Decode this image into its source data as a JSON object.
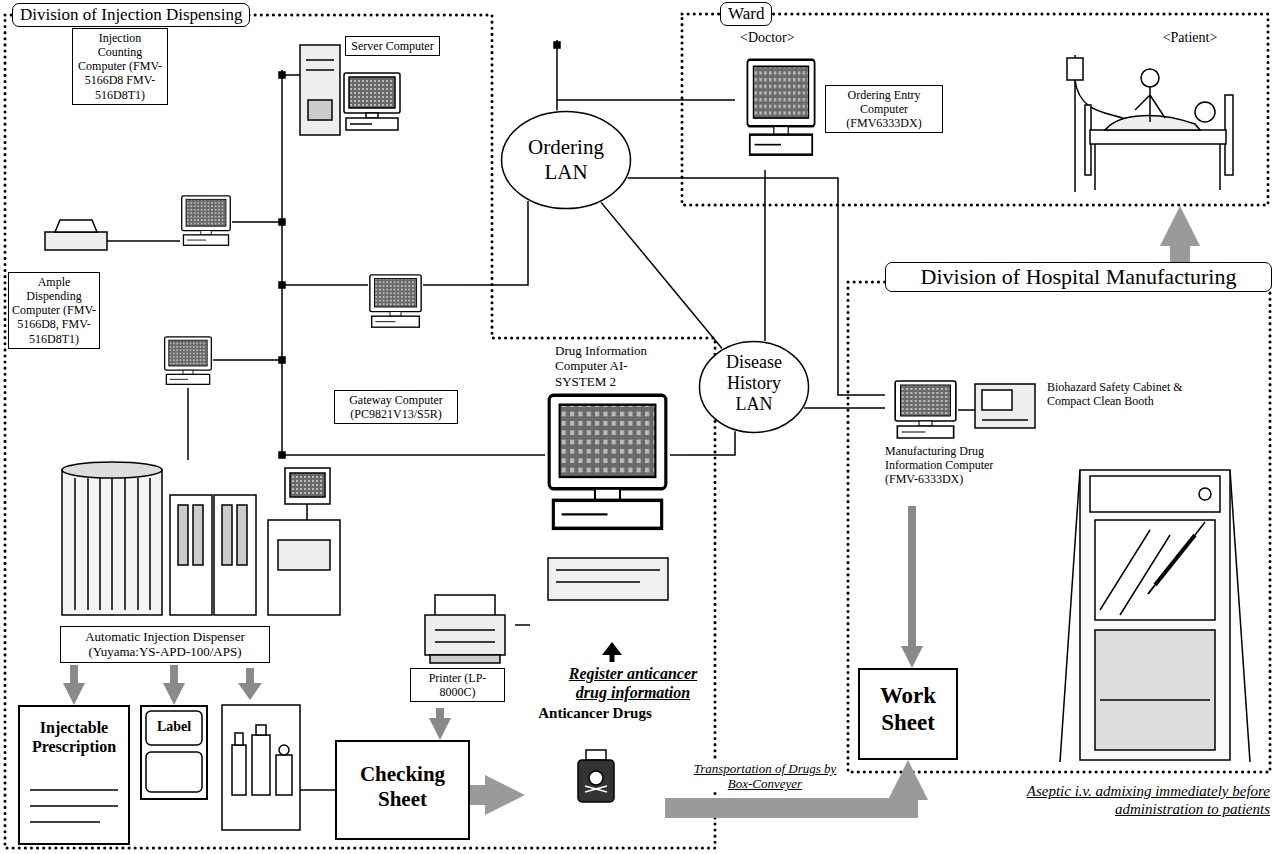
{
  "diagram": {
    "nodes": [
      {
        "text": [
          "Division of Injection Dispensing"
        ]
      },
      {
        "text": [
          "Injection Counting Computer (FMV-5166D8 FMV-516D8T1)"
        ],
        "in": 0
      },
      {
        "text": [
          "Server Computer"
        ],
        "in": 0
      },
      {
        "text": [
          "Gateway Computer (PC9821V13/S5R)"
        ],
        "in": 0
      },
      {
        "text": [
          "Ample Dispending Computer (FMV-5166D8, FMV-516D8T1)"
        ],
        "in": 0
      },
      {
        "text": [
          "Automatic Injection Dispenser (Yuyama:YS-APD-100/APS)"
        ],
        "in": 0
      },
      {
        "text": [
          "Drug Information Computer AI-SYSTEM 2"
        ],
        "in": 0
      },
      {
        "text": [
          "Printer (LP-8000C)"
        ],
        "in": 0
      },
      {
        "text": [
          "Injectable Prescription"
        ],
        "in": 0
      },
      {
        "text": [
          "Label"
        ],
        "in": 0
      },
      {
        "text": [
          "Checking Sheet"
        ],
        "in": 0
      },
      {
        "text": [
          "Anticancer Drugs"
        ],
        "in": 0
      },
      {
        "text": [
          "Ordering LAN"
        ]
      },
      {
        "text": [
          "Disease History LAN"
        ]
      },
      {
        "text": [
          "Ward"
        ]
      },
      {
        "text": [
          "<Doctor>",
          "Ordering Entry Computer (FMV6333DX)"
        ],
        "in": 14
      },
      {
        "text": [
          "<Patient>"
        ],
        "in": 14
      },
      {
        "text": [
          "Division of Hospital Manufacturing"
        ]
      },
      {
        "text": [
          "Manufacturing Drug Information Computer (FMV-6333DX)"
        ],
        "in": 17
      },
      {
        "text": [
          "Biohazard Safety Cabinet & Compact Clean Booth"
        ],
        "in": 17
      },
      {
        "text": [
          "Work Sheet"
        ],
        "in": 17
      }
    ],
    "edges": [
      {
        "from": 12,
        "to": 3,
        "arrow": "none"
      },
      {
        "from": 12,
        "to": 15,
        "arrow": "none"
      },
      {
        "from": 12,
        "to": 13,
        "arrow": "none"
      },
      {
        "from": 13,
        "to": 15,
        "arrow": "none"
      },
      {
        "from": 6,
        "to": 13,
        "arrow": "none"
      },
      {
        "from": 13,
        "to": 18,
        "arrow": "none"
      },
      {
        "from": 12,
        "to": 18,
        "arrow": "none"
      },
      {
        "from": 4,
        "to": 5,
        "arrow": "none"
      },
      {
        "from": 5,
        "to": 8,
        "arrow": "to"
      },
      {
        "from": 5,
        "to": 9,
        "arrow": "to"
      },
      {
        "from": 7,
        "to": 6,
        "arrow": "none"
      },
      {
        "from": 7,
        "to": 10,
        "arrow": "to"
      },
      {
        "from": 10,
        "to": 11,
        "arrow": "to"
      },
      {
        "from": 11,
        "to": 20,
        "label": "Transportation of Drugs by Box-Conveyer",
        "arrow": "to"
      },
      {
        "from": 18,
        "to": 20,
        "arrow": "to"
      },
      {
        "from": 17,
        "to": 14,
        "arrow": "to"
      }
    ],
    "labels": [
      "Register anticancer drug information",
      "Aseptic i.v. admixing immediately before administration to patients"
    ]
  }
}
